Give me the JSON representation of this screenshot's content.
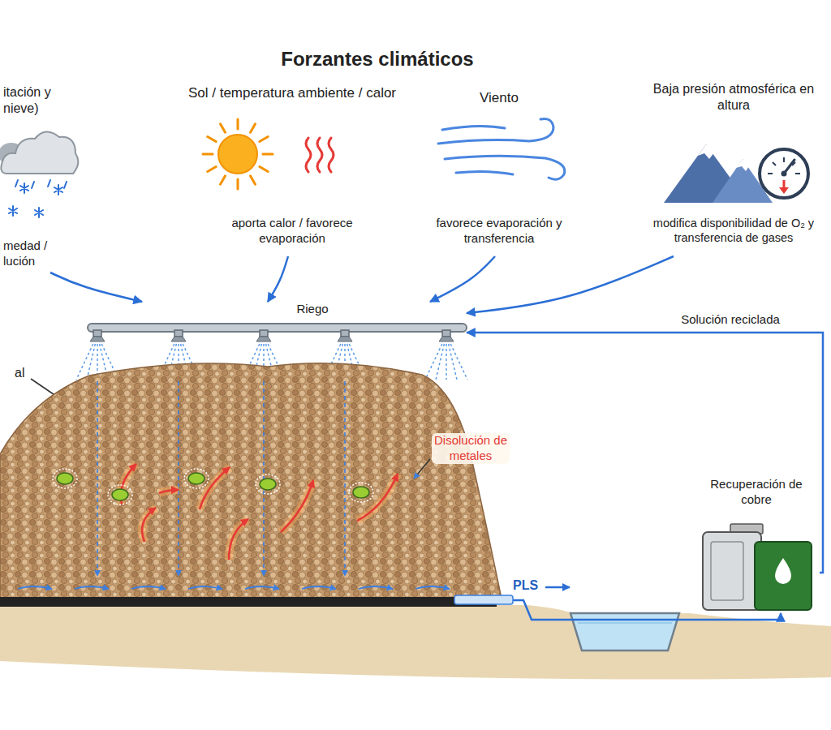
{
  "diagram": {
    "title": "Forzantes climáticos",
    "nodes": [
      {
        "text": [
          "itación y nieve)",
          "medad / lución"
        ]
      },
      {
        "text": [
          "Sol / temperatura ambiente / calor",
          "aporta calor / favorece evaporación"
        ]
      },
      {
        "text": [
          "Viento",
          "favorece evaporación y transferencia"
        ]
      },
      {
        "text": [
          "Baja presión atmosférica en altura",
          "modifica disponibilidad de O₂ y transferencia de gases"
        ]
      },
      {
        "text": [
          "Riego"
        ]
      },
      {
        "text": [
          "Disolución de metales"
        ]
      },
      {
        "text": [
          "Recuperación de cobre"
        ]
      }
    ],
    "edges": [
      {
        "from": 0,
        "to": 4,
        "arrow": "to"
      },
      {
        "from": 1,
        "to": 4,
        "arrow": "to"
      },
      {
        "from": 2,
        "to": 4,
        "arrow": "to"
      },
      {
        "from": 3,
        "to": 4,
        "arrow": "to"
      },
      {
        "from": 5,
        "to": 6,
        "label": "PLS",
        "arrow": "to"
      },
      {
        "from": 6,
        "to": 4,
        "label": "Solución reciclada",
        "arrow": "to"
      }
    ],
    "labels": [
      "al"
    ]
  }
}
